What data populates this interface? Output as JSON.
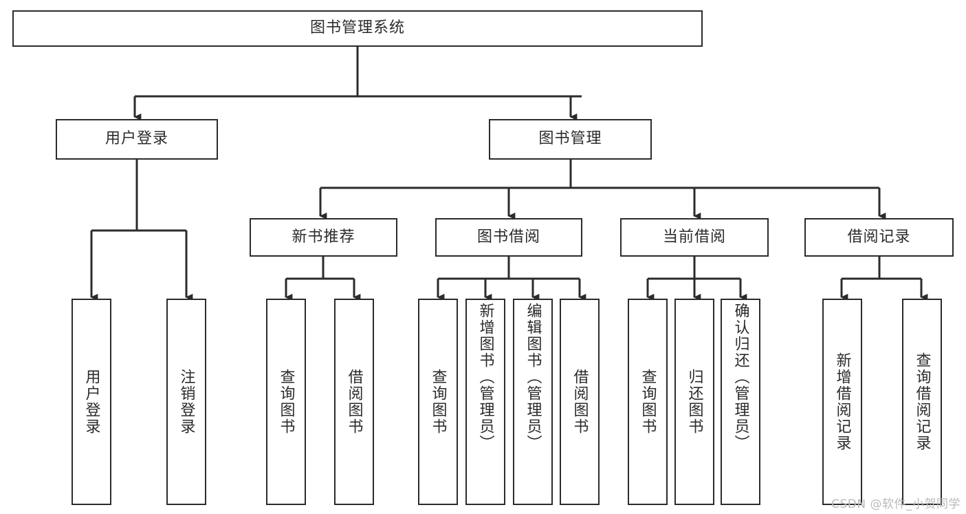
{
  "diagram": {
    "title": "图书管理系统",
    "type": "hierarchy-tree",
    "watermark": "CSDN @软件_小贺同学",
    "colors": {
      "border": "#2b2b2b",
      "background": "#ffffff",
      "text": "#2b2b2b",
      "watermark": "#b9b9b9"
    },
    "root": {
      "label": "图书管理系统"
    },
    "level2": [
      {
        "label": "用户登录"
      },
      {
        "label": "图书管理"
      }
    ],
    "level3": [
      {
        "label": "新书推荐"
      },
      {
        "label": "图书借阅"
      },
      {
        "label": "当前借阅"
      },
      {
        "label": "借阅记录"
      }
    ],
    "leaves": {
      "user_login": [
        {
          "label": "用户登录"
        },
        {
          "label": "注销登录"
        }
      ],
      "new_book_recommend": [
        {
          "label": "查询图书"
        },
        {
          "label": "借阅图书"
        }
      ],
      "book_borrow": [
        {
          "label": "查询图书"
        },
        {
          "label": "新增图书（管理员）"
        },
        {
          "label": "编辑图书（管理员）"
        },
        {
          "label": "借阅图书"
        }
      ],
      "current_borrow": [
        {
          "label": "查询图书"
        },
        {
          "label": "归还图书"
        },
        {
          "label": "确认归还（管理员）"
        }
      ],
      "borrow_record": [
        {
          "label": "新增借阅记录"
        },
        {
          "label": "查询借阅记录"
        }
      ]
    }
  }
}
